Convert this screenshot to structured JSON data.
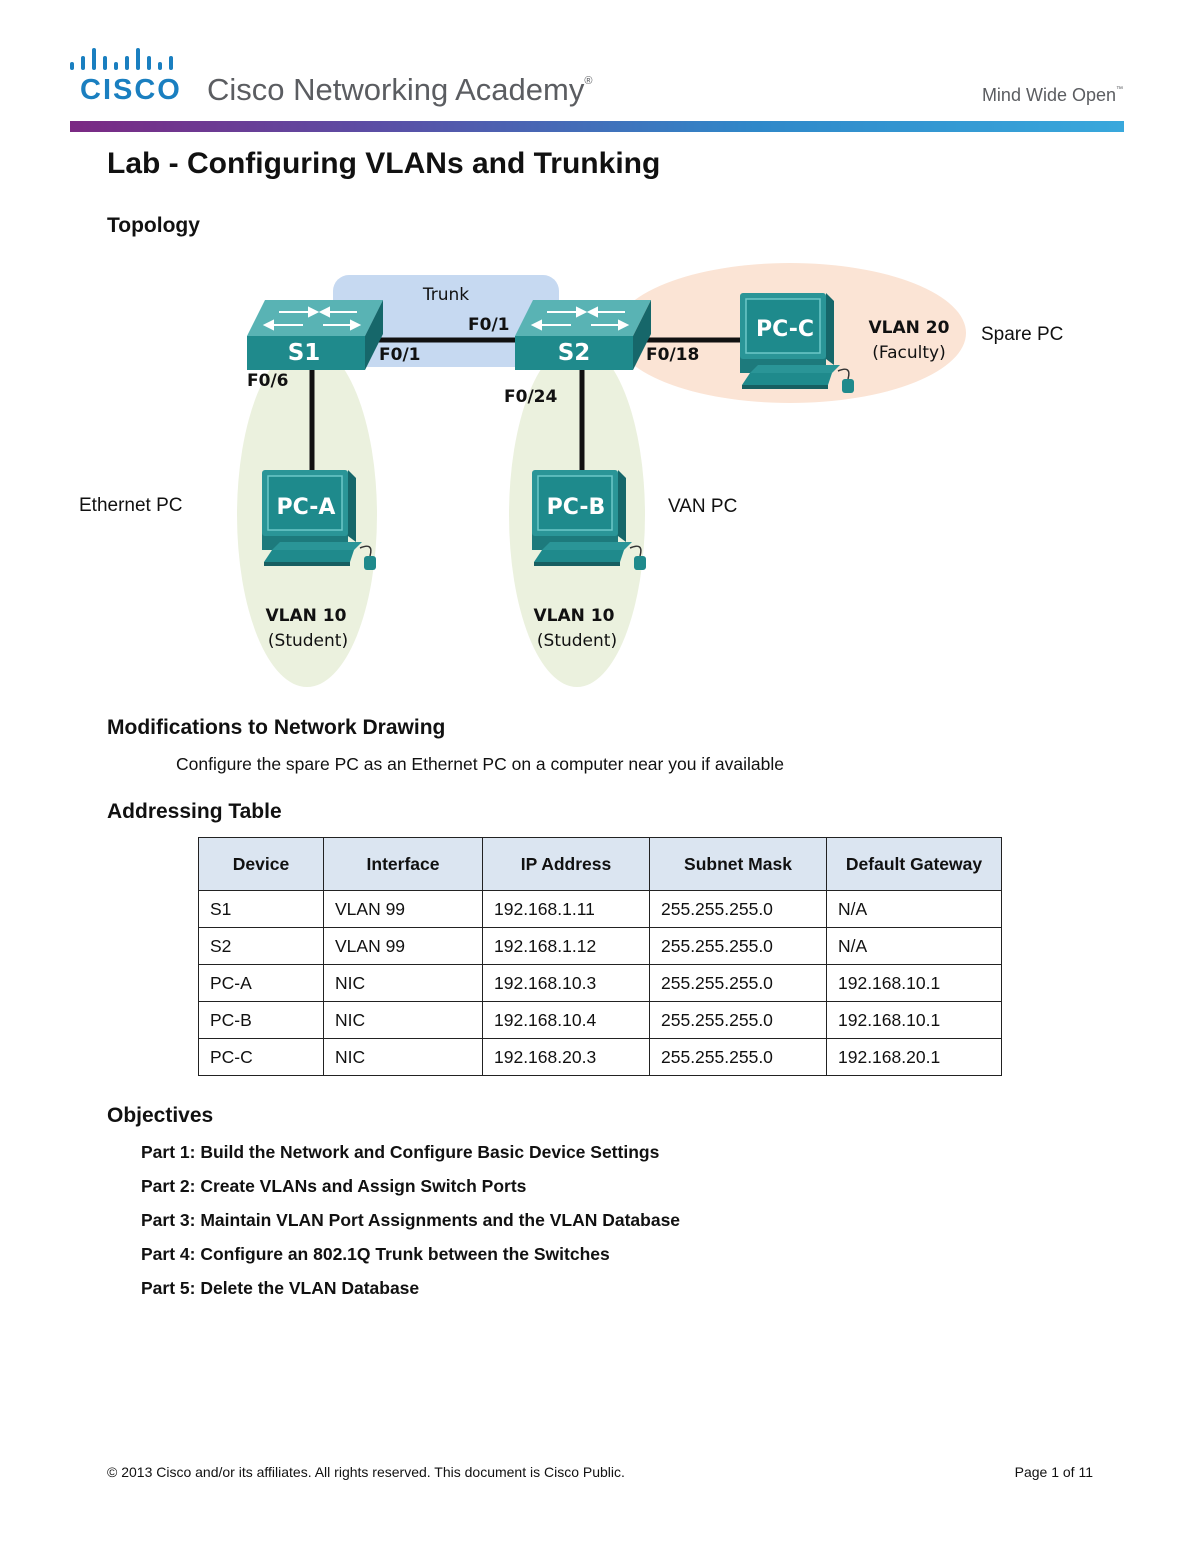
{
  "header": {
    "logo_wordmark": "CISCO",
    "academy_name": "Cisco Networking Academy",
    "academy_mark": "®",
    "tagline": "Mind Wide Open",
    "tagline_mark": "™",
    "colors": {
      "brand_blue": "#1a7fc0",
      "bar_start": "#7b2983",
      "bar_end": "#39a8dc"
    }
  },
  "document": {
    "title": "Lab - Configuring VLANs and Trunking",
    "topology_heading": "Topology",
    "modifications_heading": "Modifications to Network Drawing",
    "modifications_text": "Configure the spare PC as an Ethernet PC on a computer near you if available",
    "addressing_heading": "Addressing Table",
    "objectives_heading": "Objectives"
  },
  "topology": {
    "trunk_label": "Trunk",
    "switches": [
      "S1",
      "S2"
    ],
    "pcs": [
      "PC-A",
      "PC-B",
      "PC-C"
    ],
    "ports": {
      "s1_trunk": "F0/1",
      "s2_trunk": "F0/1",
      "s1_pc": "F0/6",
      "s2_pcb": "F0/24",
      "s2_pcc": "F0/18"
    },
    "vlan_a": {
      "name": "VLAN 10",
      "role": "(Student)"
    },
    "vlan_b": {
      "name": "VLAN 10",
      "role": "(Student)"
    },
    "vlan_c": {
      "name": "VLAN 20",
      "role": "(Faculty)"
    },
    "annotations": {
      "pc_a": "Ethernet PC",
      "pc_b": "VAN PC",
      "pc_c": "Spare PC"
    },
    "colors": {
      "switch": "#1f8a8c",
      "trunk_zone": "#c6d9f1",
      "vlan10_zone": "#ebf1de",
      "vlan20_zone": "#fbe4d5"
    }
  },
  "addressing_table": {
    "headers": [
      "Device",
      "Interface",
      "IP Address",
      "Subnet Mask",
      "Default Gateway"
    ],
    "rows": [
      [
        "S1",
        "VLAN 99",
        "192.168.1.11",
        "255.255.255.0",
        "N/A"
      ],
      [
        "S2",
        "VLAN 99",
        "192.168.1.12",
        "255.255.255.0",
        "N/A"
      ],
      [
        "PC-A",
        "NIC",
        "192.168.10.3",
        "255.255.255.0",
        "192.168.10.1"
      ],
      [
        "PC-B",
        "NIC",
        "192.168.10.4",
        "255.255.255.0",
        "192.168.10.1"
      ],
      [
        "PC-C",
        "NIC",
        "192.168.20.3",
        "255.255.255.0",
        "192.168.20.1"
      ]
    ]
  },
  "objectives": [
    "Part 1: Build the Network and Configure Basic Device Settings",
    "Part 2: Create VLANs and Assign Switch Ports",
    "Part 3: Maintain VLAN Port Assignments and the VLAN Database",
    "Part 4: Configure an 802.1Q Trunk between the Switches",
    "Part 5: Delete the VLAN Database"
  ],
  "footer": {
    "copyright": "© 2013 Cisco and/or its affiliates. All rights reserved. This document is Cisco Public.",
    "page": "Page 1 of 11"
  }
}
